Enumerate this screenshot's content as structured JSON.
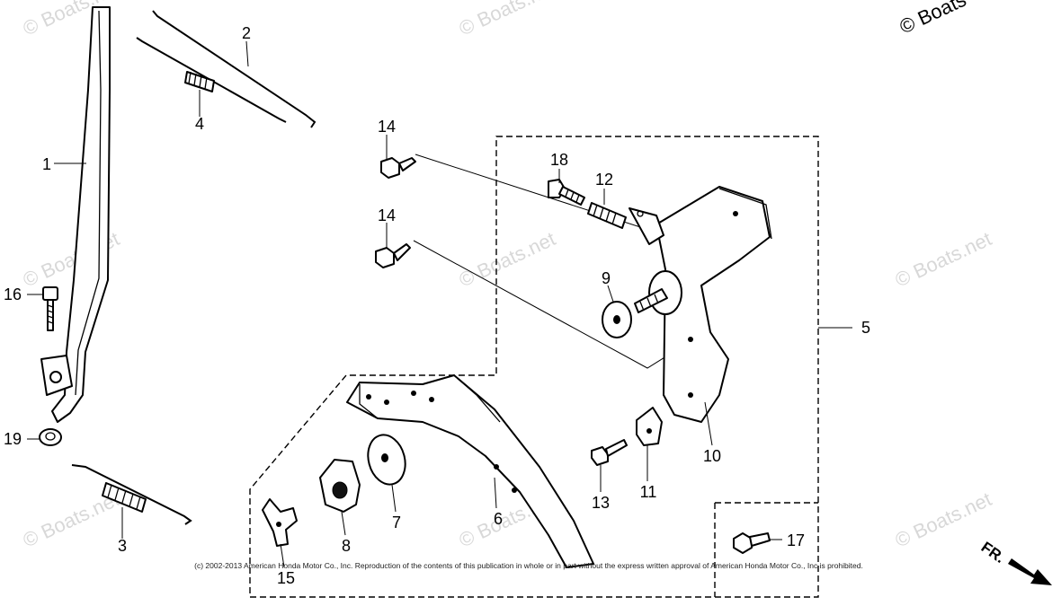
{
  "watermark": {
    "text": "© Boats.net",
    "corner_text": "© Boats"
  },
  "callouts": [
    "1",
    "2",
    "3",
    "4",
    "5",
    "6",
    "7",
    "8",
    "9",
    "10",
    "11",
    "12",
    "13",
    "14",
    "14",
    "15",
    "16",
    "17",
    "18",
    "19"
  ],
  "orientation_label": "FR.",
  "copyright": "(c) 2002-2013 American Honda Motor Co., Inc. Reproduction of the contents of this publication in whole or in part without the express written approval of American Honda Motor Co., Inc is prohibited."
}
